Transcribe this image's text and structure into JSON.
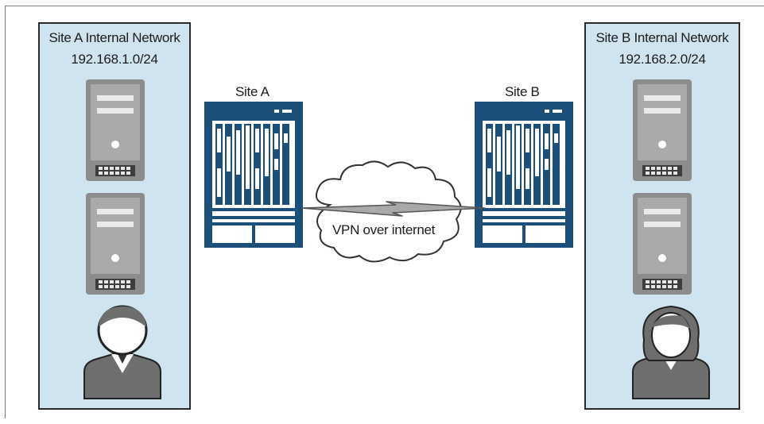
{
  "site_a": {
    "panel_title": "Site A Internal Network",
    "subnet": "192.168.1.0/24",
    "router_label": "Site A"
  },
  "site_b": {
    "panel_title": "Site B Internal Network",
    "subnet": "192.168.2.0/24",
    "router_label": "Site B"
  },
  "vpn": {
    "label": "VPN over internet"
  },
  "colors": {
    "panel_fill": "#cfe4ef",
    "router_blue": "#1c4f7a",
    "server_gray": "#8a8a8a"
  }
}
